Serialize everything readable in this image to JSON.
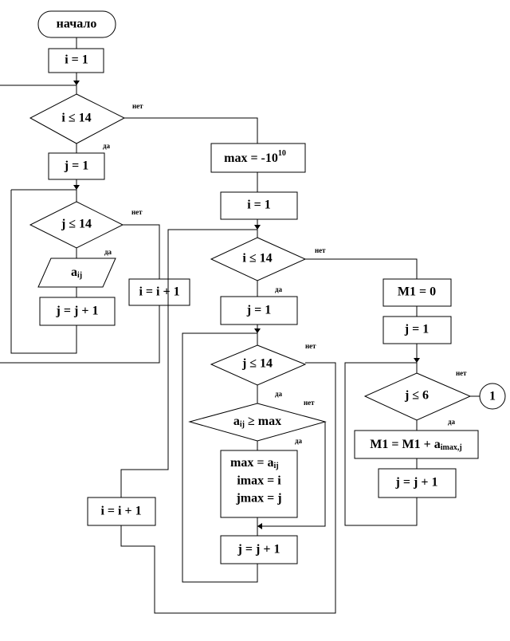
{
  "blocks": {
    "start": "начало",
    "i_init_1": "i = 1",
    "cond_i_1": "i ≤ 14",
    "j_init_1": "j = 1",
    "cond_j_1": "j ≤ 14",
    "input_a": {
      "base": "a",
      "sub": "ij"
    },
    "j_inc_1": "j = j + 1",
    "i_inc_1": "i = i + 1",
    "max_init": {
      "base": "max = -10",
      "sup": "10"
    },
    "i_init_2": "i = 1",
    "cond_i_2": "i ≤ 14",
    "j_init_2": "j = 1",
    "cond_j_2": "j ≤ 14",
    "cond_max": {
      "base": "a",
      "sub": "ij",
      "rest": " ≥ max"
    },
    "assign_max": {
      "line1_base": "max  = a",
      "line1_sub": "ij",
      "line2": "imax = i",
      "line3": "jmax = j"
    },
    "j_inc_2": "j = j + 1",
    "i_inc_2": "i = i + 1",
    "m1_init": "M1 = 0",
    "j_init_3": "j = 1",
    "cond_j_3": "j ≤ 6",
    "connector": "1",
    "m1_sum": {
      "base": "M1 = M1 + a",
      "sub": "imax,j"
    },
    "j_inc_3": "j = j + 1"
  },
  "branch_labels": {
    "yes": "да",
    "no": "нет"
  }
}
